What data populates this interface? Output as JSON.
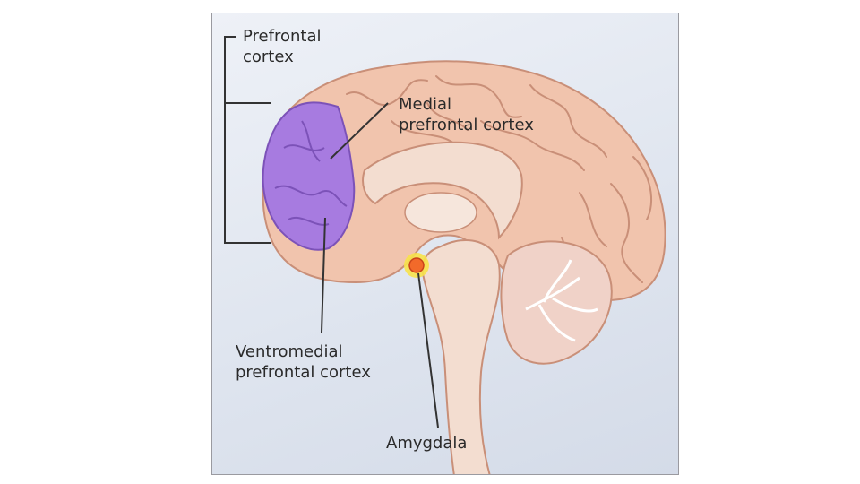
{
  "labels": {
    "prefrontal_l1": "Prefrontal",
    "prefrontal_l2": "cortex",
    "medial_l1": "Medial",
    "medial_l2": "prefrontal cortex",
    "ventro_l1": "Ventromedial",
    "ventro_l2": "prefrontal cortex",
    "amygdala": "Amygdala"
  },
  "colors": {
    "cortex": "#f1c4ad",
    "cortex_dark": "#c98f78",
    "prefrontal_highlight": "#a77be0",
    "prefrontal_dark": "#7c52b8",
    "inner": "#f3ddd0",
    "amygdala": "#f26a2a",
    "amygdala_glow": "#f7e24a",
    "cerebellum": "#f0d2c8",
    "background": "#dfe5ef"
  },
  "icons": [
    "brain-illustration"
  ]
}
